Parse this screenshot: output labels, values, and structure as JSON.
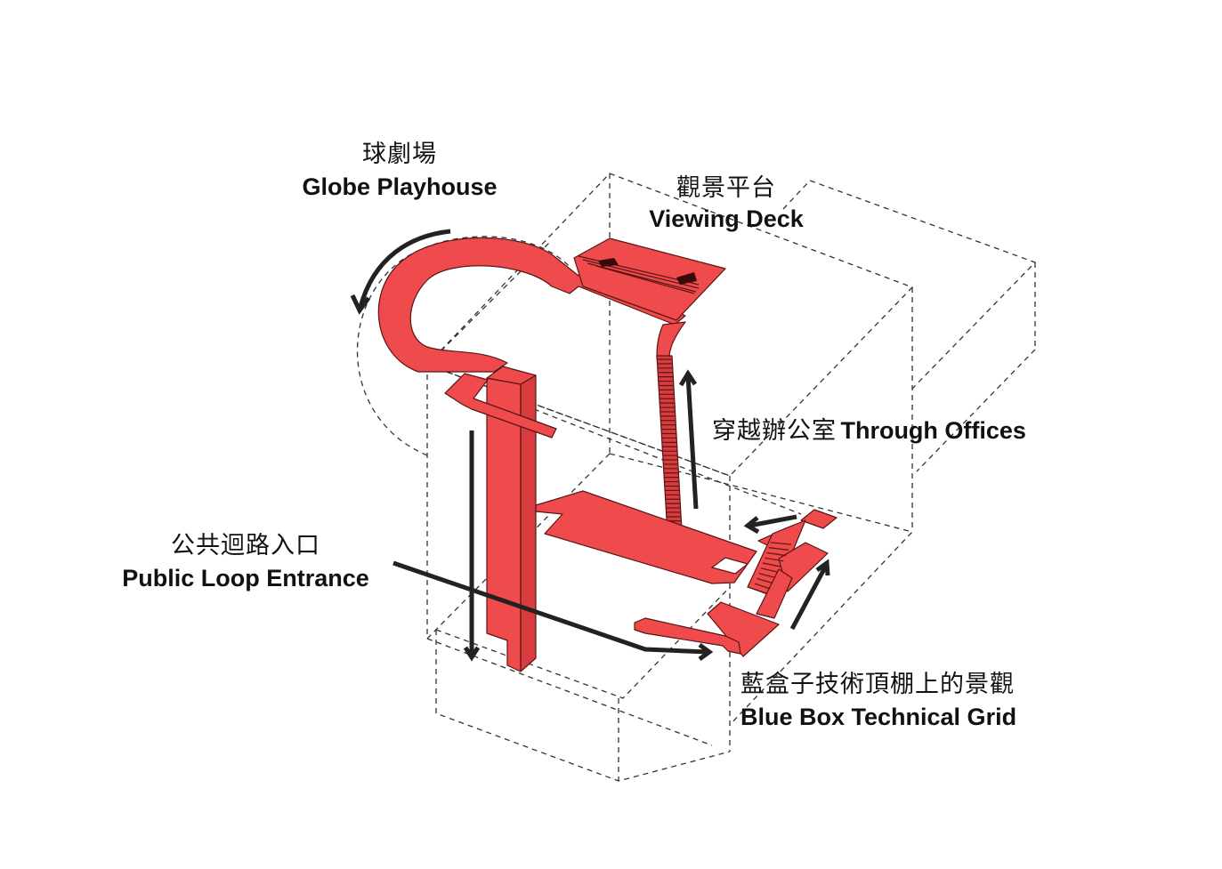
{
  "diagram": {
    "title": "Public circulation loop axonometric",
    "accent_color": "#ef4a4c",
    "arrow_color": "#222222",
    "labels": {
      "globe": {
        "zh": "球劇場",
        "en": "Globe Playhouse"
      },
      "viewing_deck": {
        "zh": "觀景平台",
        "en": "Viewing Deck"
      },
      "through_offices": {
        "zh": "穿越辦公室",
        "en": "Through Offices"
      },
      "entrance": {
        "zh": "公共迴路入口",
        "en": "Public Loop Entrance"
      },
      "blue_box": {
        "zh": "藍盒子技術頂棚上的景觀",
        "en": "Blue Box Technical Grid"
      }
    },
    "arrows": [
      {
        "name": "globe-direction",
        "meaning": "counter-clockwise around globe"
      },
      {
        "name": "offices-up",
        "meaning": "up through offices"
      },
      {
        "name": "entrance-path",
        "meaning": "entry into loop"
      },
      {
        "name": "descent",
        "meaning": "down to ground"
      },
      {
        "name": "grid-left",
        "meaning": "along grid to left"
      },
      {
        "name": "grid-up",
        "meaning": "up to grid"
      }
    ]
  }
}
